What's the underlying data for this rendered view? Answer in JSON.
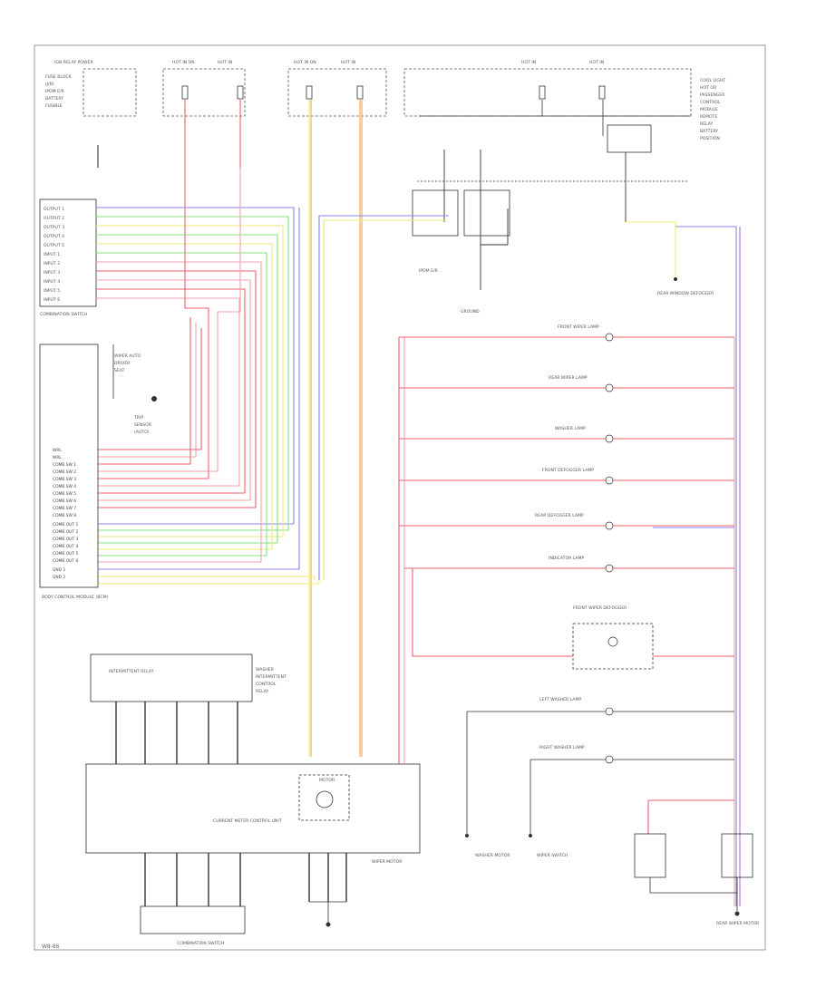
{
  "labels": {
    "control_unit": "CURRENT METER CONTROL UNIT",
    "combination_switch": "COMBINATION SWITCH",
    "body_control_module": "BODY CONTROL MODULE (BCM)",
    "wiper_motor": "WIPER MOTOR",
    "intermittent_relay": "INTERMITTENT RELAY",
    "washer_motor": "WASHER MOTOR",
    "rear_window_defogger": "REAR WINDOW DEFOGGER",
    "ipdm": "IPDM E/R",
    "fuse_block": "FUSE BLOCK (J/B)",
    "ground": "GROUND",
    "wiper_switch": "WIPER SWITCH",
    "rear_wiper_motor": "REAR WIPER MOTOR",
    "lamp_1": "FRONT WIPER LAMP",
    "lamp_2": "REAR WIPER LAMP",
    "lamp_3": "WASHER LAMP",
    "lamp_4": "FRONT DEFOGGER LAMP",
    "lamp_5": "REAR DEFOGGER LAMP",
    "lamp_6": "INDICATOR LAMP",
    "lamp_7": "FRONT WIPER DEFOGGER",
    "lamp_8": "LEFT WASHER LAMP",
    "lamp_9": "RIGHT WASHER LAMP",
    "footer_code": "W8-86"
  },
  "colors": {
    "red": "#f25f6b",
    "pink": "#f0a0b0",
    "orange": "#f6a35a",
    "yellow": "#eeea70",
    "green": "#86e07c",
    "blue": "#8787ef",
    "purple": "#a874c8",
    "black": "#333333"
  }
}
